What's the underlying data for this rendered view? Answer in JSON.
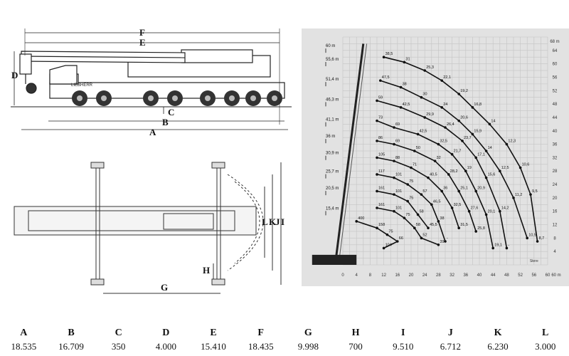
{
  "side_view": {
    "dimension_labels": {
      "A": "A",
      "B": "B",
      "C": "C",
      "D": "D",
      "E": "E",
      "F": "F"
    },
    "brand_text": "LIEBHERR"
  },
  "top_view": {
    "dimension_labels": {
      "G": "G",
      "H": "H",
      "I": "I",
      "J": "J",
      "K": "K",
      "L": "L"
    }
  },
  "chart_data": {
    "type": "scatter",
    "title": "",
    "x_axis": {
      "ticks": [
        0,
        4,
        8,
        12,
        16,
        20,
        24,
        28,
        32,
        36,
        40,
        44,
        48,
        52,
        56,
        60
      ],
      "unit_label": "60 m",
      "min": 0,
      "max": 60
    },
    "y_axis": {
      "ticks": [
        4,
        8,
        12,
        16,
        20,
        24,
        28,
        32,
        36,
        40,
        44,
        48,
        52,
        56,
        60,
        64
      ],
      "unit_label": "68 m",
      "min": 0,
      "max": 68
    },
    "grid": true,
    "background": "#e2e2e2",
    "footer_label": "Stere",
    "boom_length_labels": [
      {
        "label": "60 m",
        "y": 65
      },
      {
        "label": "55,6 m",
        "y": 61
      },
      {
        "label": "51,4 m",
        "y": 55
      },
      {
        "label": "46,3 m",
        "y": 49
      },
      {
        "label": "41,1 m",
        "y": 43
      },
      {
        "label": "36 m",
        "y": 38
      },
      {
        "label": "30,9 m",
        "y": 33
      },
      {
        "label": "25,7 m",
        "y": 27.5
      },
      {
        "label": "20,5 m",
        "y": 22.5
      },
      {
        "label": "15,4 m",
        "y": 16.5
      }
    ],
    "series": [
      {
        "points": [
          {
            "x": 12,
            "y": 62,
            "v": "38,5"
          },
          {
            "x": 18,
            "y": 60.5,
            "v": "31"
          },
          {
            "x": 24,
            "y": 58,
            "v": "25,3"
          },
          {
            "x": 29,
            "y": 55,
            "v": "22,1"
          },
          {
            "x": 34,
            "y": 51,
            "v": "19,2"
          },
          {
            "x": 38,
            "y": 47,
            "v": "16,8"
          },
          {
            "x": 43,
            "y": 42,
            "v": "14"
          },
          {
            "x": 48,
            "y": 36,
            "v": "12,3"
          },
          {
            "x": 52,
            "y": 29,
            "v": "10,6"
          },
          {
            "x": 55,
            "y": 21,
            "v": "9,5"
          },
          {
            "x": 57,
            "y": 7,
            "v": "8,7"
          }
        ]
      },
      {
        "points": [
          {
            "x": 11,
            "y": 55,
            "v": "47,5"
          },
          {
            "x": 17,
            "y": 53,
            "v": "38"
          },
          {
            "x": 23,
            "y": 50,
            "v": "30"
          },
          {
            "x": 29,
            "y": 47,
            "v": "24"
          },
          {
            "x": 34,
            "y": 43,
            "v": "20,6"
          },
          {
            "x": 38,
            "y": 39,
            "v": "15,9"
          },
          {
            "x": 42,
            "y": 34,
            "v": "14"
          },
          {
            "x": 46,
            "y": 28,
            "v": "12,5"
          },
          {
            "x": 50,
            "y": 20,
            "v": "11,2"
          },
          {
            "x": 54,
            "y": 8,
            "v": "10,5"
          }
        ]
      },
      {
        "points": [
          {
            "x": 10,
            "y": 49,
            "v": "59"
          },
          {
            "x": 17,
            "y": 47,
            "v": "42,5"
          },
          {
            "x": 24,
            "y": 44,
            "v": "29,9"
          },
          {
            "x": 30,
            "y": 41,
            "v": "26,4"
          },
          {
            "x": 35,
            "y": 37,
            "v": "23,7"
          },
          {
            "x": 39,
            "y": 32,
            "v": "17,1"
          },
          {
            "x": 42,
            "y": 26,
            "v": "15,6"
          },
          {
            "x": 46,
            "y": 16,
            "v": "14,2"
          },
          {
            "x": 48,
            "y": 5,
            "v": "-"
          }
        ]
      },
      {
        "points": [
          {
            "x": 10,
            "y": 43,
            "v": "73"
          },
          {
            "x": 15,
            "y": 41,
            "v": "69"
          },
          {
            "x": 22,
            "y": 39,
            "v": "42,5"
          },
          {
            "x": 28,
            "y": 36,
            "v": "32,5"
          },
          {
            "x": 32,
            "y": 33,
            "v": "21,7"
          },
          {
            "x": 36,
            "y": 28,
            "v": "19"
          },
          {
            "x": 39,
            "y": 22,
            "v": "20,9"
          },
          {
            "x": 42,
            "y": 15,
            "v": "20,1"
          },
          {
            "x": 44,
            "y": 5,
            "v": "19,1"
          }
        ]
      },
      {
        "points": [
          {
            "x": 10,
            "y": 37,
            "v": "86"
          },
          {
            "x": 15,
            "y": 36,
            "v": "69"
          },
          {
            "x": 21,
            "y": 34,
            "v": "50"
          },
          {
            "x": 27,
            "y": 31,
            "v": "32"
          },
          {
            "x": 31,
            "y": 27,
            "v": "28,2"
          },
          {
            "x": 34,
            "y": 22,
            "v": "25,1"
          },
          {
            "x": 37,
            "y": 16,
            "v": "27,6"
          },
          {
            "x": 39,
            "y": 10,
            "v": "25,8"
          }
        ]
      },
      {
        "points": [
          {
            "x": 10,
            "y": 32,
            "v": "105"
          },
          {
            "x": 15,
            "y": 31,
            "v": "88"
          },
          {
            "x": 20,
            "y": 29,
            "v": "71"
          },
          {
            "x": 25,
            "y": 26,
            "v": "40,5"
          },
          {
            "x": 29,
            "y": 22,
            "v": "36"
          },
          {
            "x": 32,
            "y": 17,
            "v": "32,5"
          },
          {
            "x": 34,
            "y": 11,
            "v": "31,5"
          }
        ]
      },
      {
        "points": [
          {
            "x": 10,
            "y": 27,
            "v": "117"
          },
          {
            "x": 15,
            "y": 26,
            "v": "101"
          },
          {
            "x": 19,
            "y": 24,
            "v": "75"
          },
          {
            "x": 23,
            "y": 21,
            "v": "57"
          },
          {
            "x": 26,
            "y": 18,
            "v": "46,5"
          },
          {
            "x": 28,
            "y": 13,
            "v": "38"
          },
          {
            "x": 30,
            "y": 7,
            "v": "-"
          }
        ]
      },
      {
        "points": [
          {
            "x": 10,
            "y": 22,
            "v": "161"
          },
          {
            "x": 15,
            "y": 21,
            "v": "101"
          },
          {
            "x": 19,
            "y": 19,
            "v": "75"
          },
          {
            "x": 22,
            "y": 15,
            "v": "58"
          },
          {
            "x": 25,
            "y": 11,
            "v": "45,5"
          }
        ]
      },
      {
        "points": [
          {
            "x": 10,
            "y": 17,
            "v": "161"
          },
          {
            "x": 15,
            "y": 16,
            "v": "101"
          },
          {
            "x": 18,
            "y": 14,
            "v": "75"
          },
          {
            "x": 21,
            "y": 11,
            "v": "58"
          },
          {
            "x": 23,
            "y": 8,
            "v": "52"
          },
          {
            "x": 28,
            "y": 6,
            "v": "39"
          }
        ]
      },
      {
        "points": [
          {
            "x": 4,
            "y": 13,
            "v": "400"
          },
          {
            "x": 10,
            "y": 11,
            "v": "158"
          },
          {
            "x": 13,
            "y": 9,
            "v": "75"
          },
          {
            "x": 16,
            "y": 7,
            "v": "66"
          },
          {
            "x": 12,
            "y": 5,
            "v": "104"
          }
        ]
      }
    ]
  },
  "dimensions_table": [
    {
      "letter": "A",
      "value": "18.535"
    },
    {
      "letter": "B",
      "value": "16.709"
    },
    {
      "letter": "C",
      "value": "350"
    },
    {
      "letter": "D",
      "value": "4.000"
    },
    {
      "letter": "E",
      "value": "15.410"
    },
    {
      "letter": "F",
      "value": "18.435"
    },
    {
      "letter": "G",
      "value": "9.998"
    },
    {
      "letter": "H",
      "value": "700"
    },
    {
      "letter": "I",
      "value": "9.510"
    },
    {
      "letter": "J",
      "value": "6.712"
    },
    {
      "letter": "K",
      "value": "6.230"
    },
    {
      "letter": "L",
      "value": "3.000"
    }
  ]
}
